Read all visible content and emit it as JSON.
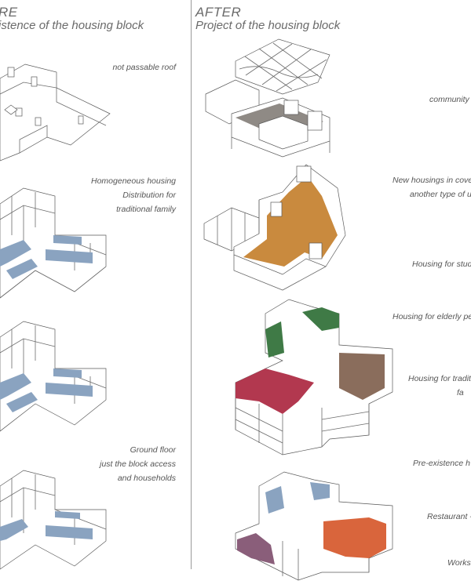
{
  "before": {
    "heading": "RE",
    "subheading": "istence of the housing block",
    "labels": {
      "roof": "not passable roof",
      "homogeneous_1": "Homogeneous housing",
      "homogeneous_2": "Distribution for",
      "homogeneous_3": "traditional family",
      "ground_1": "Ground floor",
      "ground_2": "just the block access",
      "ground_3": "and households"
    }
  },
  "after": {
    "heading": "AFTER",
    "subheading": "Project of the housing block",
    "labels": {
      "community": "community",
      "new_housings_1": "New housings in cove",
      "new_housings_2": "another type of u",
      "students": "Housing for stud",
      "elderly": "Housing for elderly pe",
      "traditional_1": "Housing for tradit",
      "traditional_2": "fa",
      "preexistence": "Pre-existence h",
      "restaurant": "Restaurant -",
      "workshop": "Worksh"
    }
  },
  "colors": {
    "blue": "#8aa3c0",
    "orange": "#c98a3e",
    "green": "#3f7a46",
    "crimson": "#b2384f",
    "brown": "#8a6d5c",
    "red_orange": "#d9653c",
    "purple": "#8a5e7a",
    "grey": "#8f8a85"
  }
}
